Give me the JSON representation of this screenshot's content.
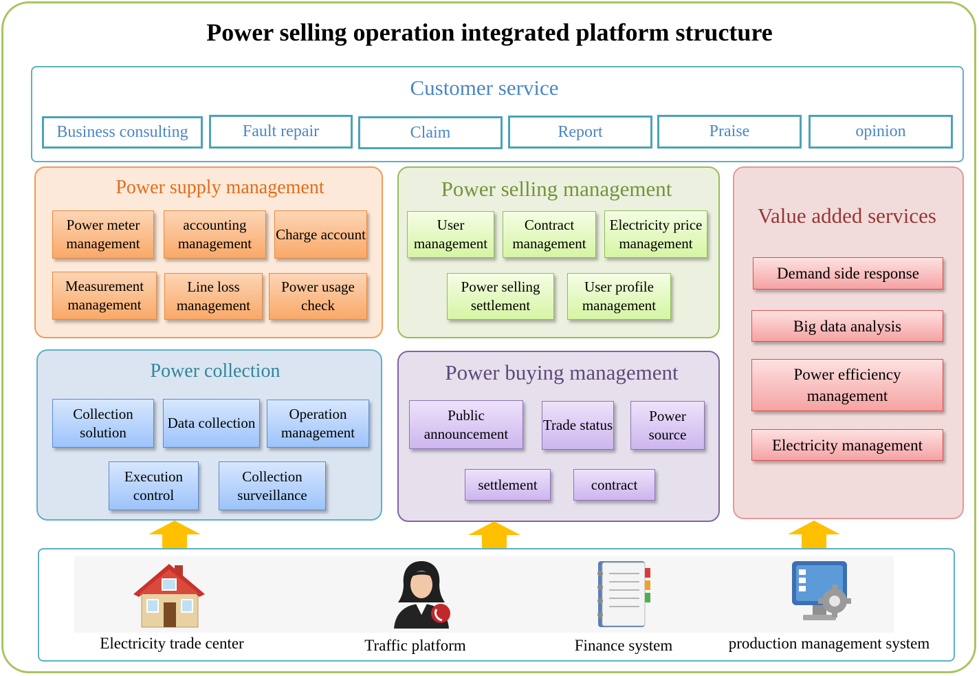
{
  "title": "Power selling operation integrated platform structure",
  "customer_service": {
    "title": "Customer service",
    "items": [
      "Business consulting",
      "Fault repair",
      "Claim",
      "Report",
      "Praise",
      "opinion"
    ]
  },
  "power_supply": {
    "title": "Power supply management",
    "items": [
      "Power meter management",
      "accounting management",
      "Charge account",
      "Measurement management",
      "Line loss management",
      "Power usage check"
    ]
  },
  "power_selling": {
    "title": "Power selling management",
    "items": [
      "User management",
      "Contract management",
      "Electricity price management",
      "Power selling settlement",
      "User profile management"
    ]
  },
  "value_added": {
    "title": "Value added services",
    "items": [
      "Demand side response",
      "Big data analysis",
      "Power efficiency management",
      "Electricity management"
    ]
  },
  "power_collection": {
    "title": "Power collection",
    "items": [
      "Collection solution",
      "Data collection",
      "Operation management",
      "Execution control",
      "Collection surveillance"
    ]
  },
  "power_buying": {
    "title": "Power buying management",
    "items": [
      "Public announcement",
      "Trade status",
      "Power source",
      "settlement",
      "contract"
    ]
  },
  "sources": {
    "items": [
      {
        "label": "Electricity trade center",
        "icon": "house-icon"
      },
      {
        "label": "Traffic platform",
        "icon": "call-center-operator-icon"
      },
      {
        "label": "Finance system",
        "icon": "ledger-book-icon"
      },
      {
        "label": "production management system",
        "icon": "computer-gear-icon"
      }
    ]
  },
  "colors": {
    "frame": "#a9c45f",
    "customer_service": "#4a86c5",
    "supply": "#e36c1a",
    "selling": "#76923c",
    "value_added": "#953735",
    "collection": "#31859c",
    "buying": "#5f497a",
    "arrow": "#ffc000"
  }
}
